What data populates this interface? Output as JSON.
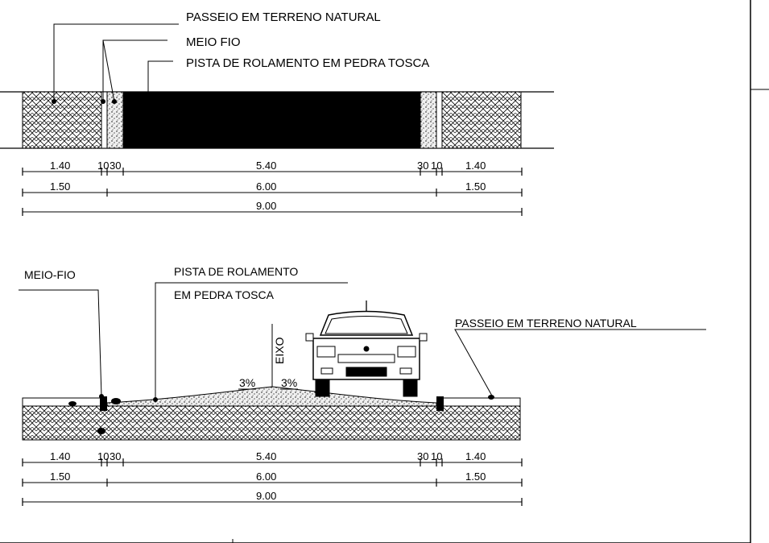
{
  "plan_view": {
    "callouts": {
      "sidewalk": "PASSEIO  EM TERRENO NATURAL",
      "curb": "MEIO FIO",
      "roadway": "PISTA DE ROLAMENTO EM PEDRA TOSCA"
    },
    "dimensions": {
      "row1": [
        "1.40",
        "10",
        "30",
        "5.40",
        "30",
        "10",
        "1.40"
      ],
      "row2": [
        "1.50",
        "6.00",
        "1.50"
      ],
      "row3": [
        "9.00"
      ]
    }
  },
  "section_view": {
    "callouts": {
      "curb": "MEIO-FIO",
      "roadway_line1": "PISTA DE ROLAMENTO",
      "roadway_line2": "EM PEDRA TOSCA",
      "sidewalk": "PASSEIO EM TERRENO NATURAL",
      "axis": "EIXO",
      "slope_left": "3%",
      "slope_right": "3%"
    },
    "dimensions": {
      "row1": [
        "1.40",
        "10",
        "30",
        "5.40",
        "30",
        "10",
        "1.40"
      ],
      "row2": [
        "1.50",
        "6.00",
        "1.50"
      ],
      "row3": [
        "9.00"
      ]
    }
  },
  "colors": {
    "ink": "#000000",
    "paper": "#ffffff",
    "fill_speckle": "#d8d8d8"
  }
}
